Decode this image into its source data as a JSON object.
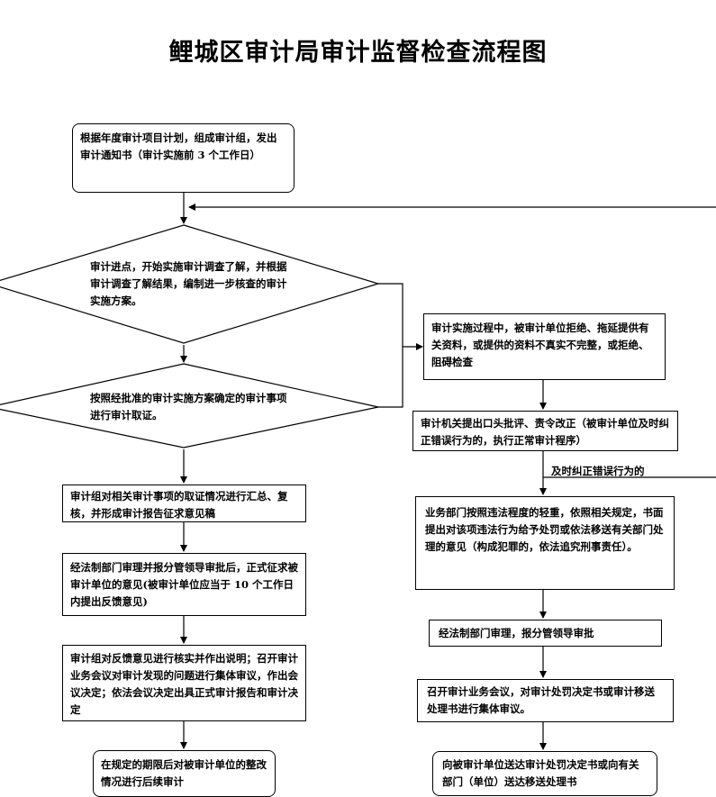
{
  "title": "鲤城区审计局审计监督检查流程图",
  "nodes": {
    "plan": "根据年度审计项目计划，组成审计组，发出审计通知书（审计实施前 3 个工作日）",
    "entry": "审计进点，开始实施审计调查了解，并根据审计调查了解结果，编制进一步核查的审计实施方案。",
    "evidence": "按照经批准的审计实施方案确定的审计事项进行审计取证。",
    "summary": "审计组对相关审计事项的取证情况进行汇总、复核，并形成审计报告征求意见稿",
    "review": "经法制部门审理并报分管领导审批后，正式征求被审计单位的意见(被审计单位应当于 10 个工作日内提出反馈意见)",
    "meeting": "审计组对反馈意见进行核实并作出说明；召开审计业务会议对审计发现的问题进行集体审议，作出会议决定；依法会议决定出具正式审计报告和审计决定",
    "followup": "在规定的期限后对被审计单位的整改情况进行后续审计",
    "refuse": "审计实施过程中，被审计单位拒绝、拖延提供有关资料，或提供的资料不真实不完整，或拒绝、阻碍检查",
    "criticize": "审计机关提出口头批评、责令改正（被审计单位及时纠正错误行为的，执行正常审计程序）",
    "dept": "业务部门按照违法程度的轻重，依照相关规定，书面提出对该项违法行为给予处罚或依法移送有关部门处理的意见（构成犯罪的，依法追究刑事责任）。",
    "legal": "经法制部门审理，报分管领导审批",
    "collective": "召开审计业务会议，对审计处罚决定书或审计移送处理书进行集体审议。",
    "deliver": "向被审计单位送达审计处罚决定书或向有关部门（单位）送达移送处理书"
  },
  "edge_labels": {
    "corrected": "及时纠正错误行为的"
  }
}
